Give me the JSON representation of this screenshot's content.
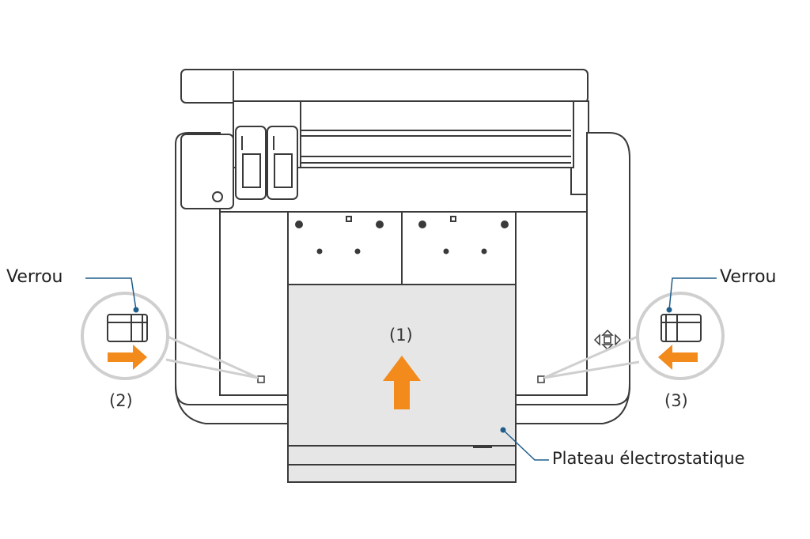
{
  "labels": {
    "lock_left": "Verrou",
    "lock_right": "Verrou",
    "step_1": "(1)",
    "step_2": "(2)",
    "step_3": "(3)",
    "plate": "Plateau électrostatique"
  },
  "colors": {
    "arrow": "#f28a1c",
    "outline": "#3a3a3a",
    "plate": "#e6e6e6",
    "callout_ring": "#cfcfcf",
    "callout_dot": "#1f5d8a"
  },
  "icons": {
    "up_arrow": "arrow-up-icon",
    "right_arrow": "arrow-right-icon",
    "left_arrow": "arrow-left-icon"
  }
}
